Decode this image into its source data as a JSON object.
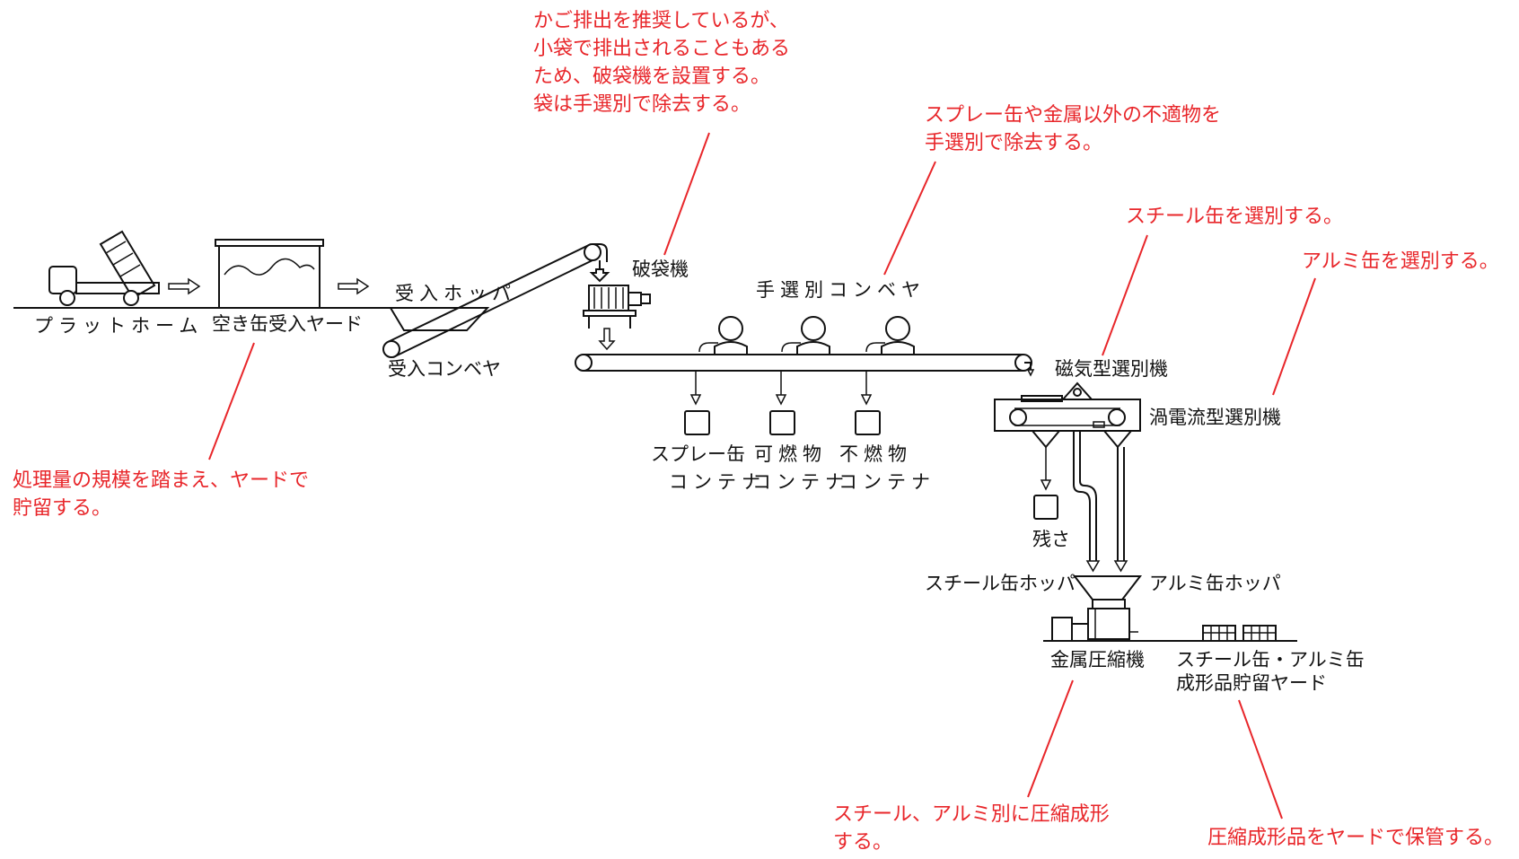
{
  "colors": {
    "line": "#111111",
    "note": "#e8262a",
    "background": "#ffffff"
  },
  "labels": {
    "platform": "プラットホーム",
    "can_yard": "空き缶受入ヤード",
    "hopper": "受入ホッパ",
    "conveyor": "受入コンベヤ",
    "bag_breaker": "破袋機",
    "sorting_conveyor": "手選別コンベヤ",
    "spray_can_1": "スプレー缶",
    "spray_can_2": "コンテナ",
    "combustible_1": "可燃物",
    "combustible_2": "コンテナ",
    "noncombustible_1": "不燃物",
    "noncombustible_2": "コンテナ",
    "magnetic_separator": "磁気型選別機",
    "eddy_current_separator": "渦電流型選別機",
    "residue": "残さ",
    "steel_hopper": "スチール缶ホッパ",
    "alu_hopper": "アルミ缶ホッパ",
    "press": "金属圧縮機",
    "product_yard_1": "スチール缶・アルミ缶",
    "product_yard_2": "成形品貯留ヤード"
  },
  "notes": {
    "bag": [
      "かご排出を推奨しているが、",
      "小袋で排出されることもある",
      "ため、破袋機を設置する。",
      "袋は手選別で除去する。"
    ],
    "hand_sort": [
      "スプレー缶や金属以外の不適物を",
      "手選別で除去する。"
    ],
    "steel": [
      "スチール缶を選別する。"
    ],
    "alu": [
      "アルミ缶を選別する。"
    ],
    "yard": [
      "処理量の規模を踏まえ、ヤードで",
      "貯留する。"
    ],
    "press": [
      "スチール、アルミ別に圧縮成形",
      "する。"
    ],
    "storage": [
      "圧縮成形品をヤードで保管する。"
    ]
  }
}
